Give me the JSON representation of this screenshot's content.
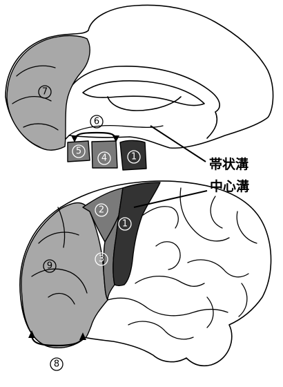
{
  "colors": {
    "region_light": "#a8a8a8",
    "region_mid": "#7a7a7a",
    "region_dark": "#333333",
    "outline": "#000000",
    "background": "#ffffff"
  },
  "medial_view": {
    "labels": {
      "r1": "1",
      "r4": "4",
      "r5": "5",
      "r6": "6",
      "r7": "7"
    },
    "callout": "帯状溝"
  },
  "lateral_view": {
    "labels": {
      "r1": "1",
      "r2": "2",
      "r3": "3",
      "r8": "8",
      "r9": "9"
    },
    "callout": "中心溝"
  }
}
